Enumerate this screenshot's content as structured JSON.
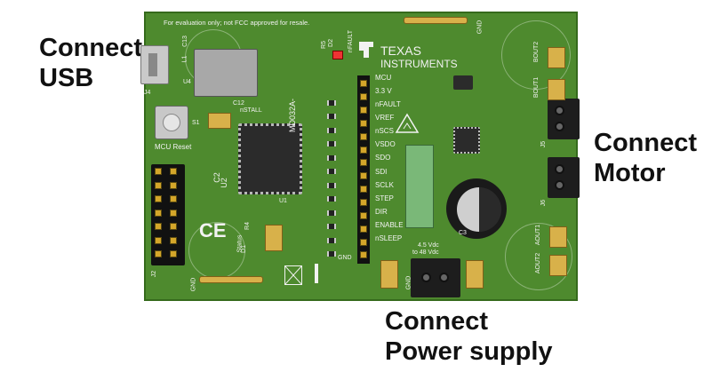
{
  "callouts": {
    "usb": [
      "Connect",
      "USB"
    ],
    "motor": [
      "Connect",
      "Motor"
    ],
    "power": [
      "Connect",
      "Power supply"
    ]
  },
  "board": {
    "eval_notice": "For evaluation only;  not FCC approved for resale.",
    "brand_line1": "TEXAS",
    "brand_line2": "INSTRUMENTS",
    "board_name": "MD032A-",
    "mcu_reset": "MCU Reset",
    "nstall": "nSTALL",
    "status": "Status",
    "gnd": "GND",
    "power_range": [
      "4.5 Vdc",
      "to 48 Vdc"
    ],
    "header_labels": [
      "MCU",
      "3.3 V",
      "nFAULT",
      "VREF",
      "nSCS",
      "VSDO",
      "SDO",
      "SDI",
      "SCLK",
      "STEP",
      "DIR",
      "ENABLE",
      "nSLEEP"
    ],
    "motor_labels": [
      "BOUT2",
      "BOUT1",
      "AOUT1",
      "AOUT2"
    ],
    "refdes": {
      "u4": "U4",
      "u2": "U2",
      "u1": "U1",
      "j4": "J4",
      "j2": "J2",
      "j5": "J5",
      "j6": "J6",
      "c2": "C2",
      "c3": "C3",
      "s1": "S1",
      "d1": "D1",
      "d2": "D2",
      "r4": "R4",
      "r5": "R5",
      "nfault_led": "nFAULT",
      "c12": "C12",
      "c13": "C13",
      "l1": "L1"
    }
  },
  "colors": {
    "pcb": "#4e8a2e",
    "silkscreen": "#f2f2f2",
    "gold_pad": "#d8b14a",
    "connector_black": "#1d1d1d"
  },
  "icons": [
    "ti-logo-icon",
    "ce-mark-icon",
    "weee-bin-icon",
    "esd-warning-icon"
  ]
}
